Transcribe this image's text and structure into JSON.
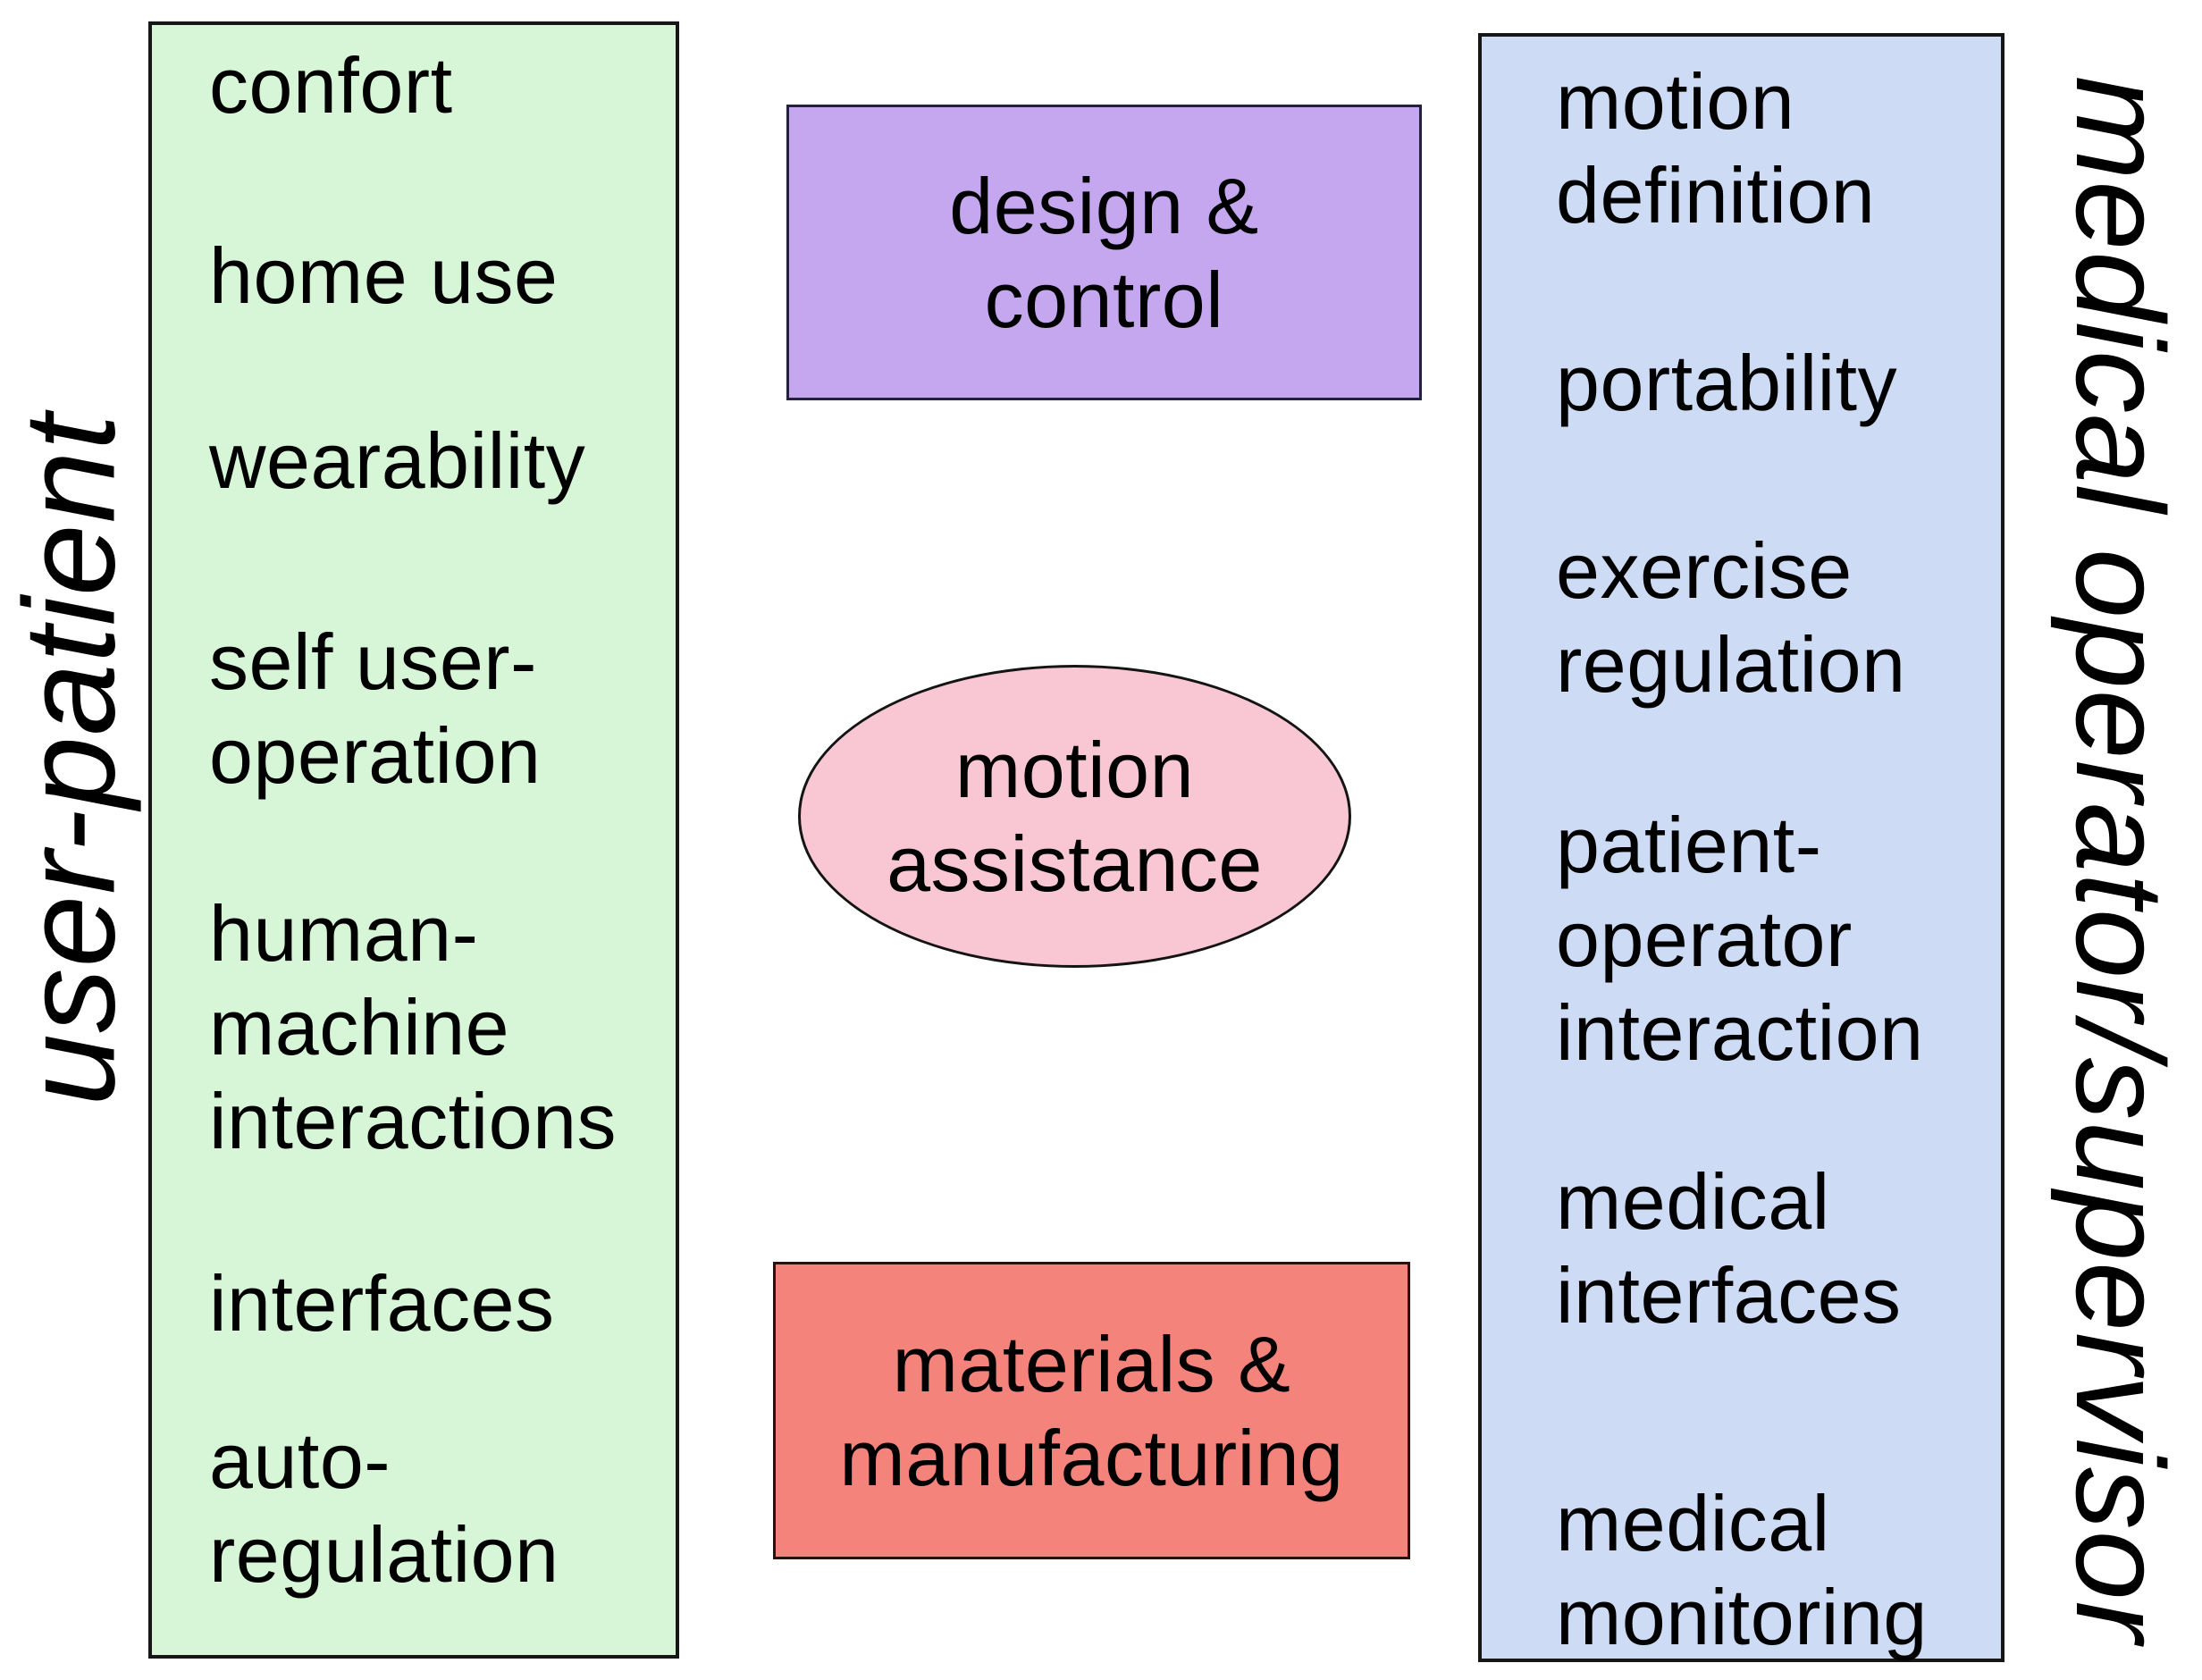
{
  "page": {
    "background": "#ffffff",
    "text_color": "#000000"
  },
  "side_labels": {
    "left": "user-patient",
    "right": "medical operator/supervisor"
  },
  "user_patient_panel": {
    "fill": "#d7f6d7",
    "border_color": "#161616",
    "items": [
      "confort",
      "home use",
      "wearability",
      "self user-\noperation",
      "human-\nmachine\ninteractions",
      "interfaces",
      "auto-\nregulation"
    ]
  },
  "medical_operator_panel": {
    "fill": "#cedbf4",
    "border_color": "#161616",
    "items": [
      "motion\ndefinition",
      "portability",
      "exercise\nregulation",
      "patient-\noperator\ninteraction",
      "medical\ninterfaces",
      "medical\nmonitoring"
    ]
  },
  "core_topics": {
    "design_control": {
      "label": "design &\ncontrol",
      "fill": "#c4a7ee",
      "shape": "rectangle"
    },
    "motion_assistance": {
      "label": "motion\nassistance",
      "fill": "#f8c7d3",
      "shape": "ellipse"
    },
    "materials_manufacturing": {
      "label": "materials &\nmanufacturing",
      "fill": "#f3837b",
      "shape": "rectangle"
    }
  }
}
